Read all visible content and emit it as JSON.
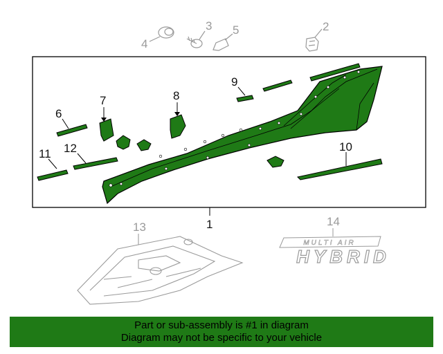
{
  "diagram": {
    "callouts_main": [
      "1",
      "6",
      "7",
      "8",
      "9",
      "10",
      "11",
      "12"
    ],
    "callouts_related": [
      "2",
      "3",
      "4",
      "5",
      "13",
      "14"
    ],
    "emblem": {
      "small_text": "MULTI AIR",
      "large_text": "HYBRID"
    }
  },
  "footer": {
    "line1": "Part or sub-assembly is #1 in diagram",
    "line2": "Diagram may not be specific to your vehicle"
  },
  "colors": {
    "part_fill": "#1f7a16",
    "banner": "#1f7a16",
    "related_parts": "#9a9a9a"
  }
}
